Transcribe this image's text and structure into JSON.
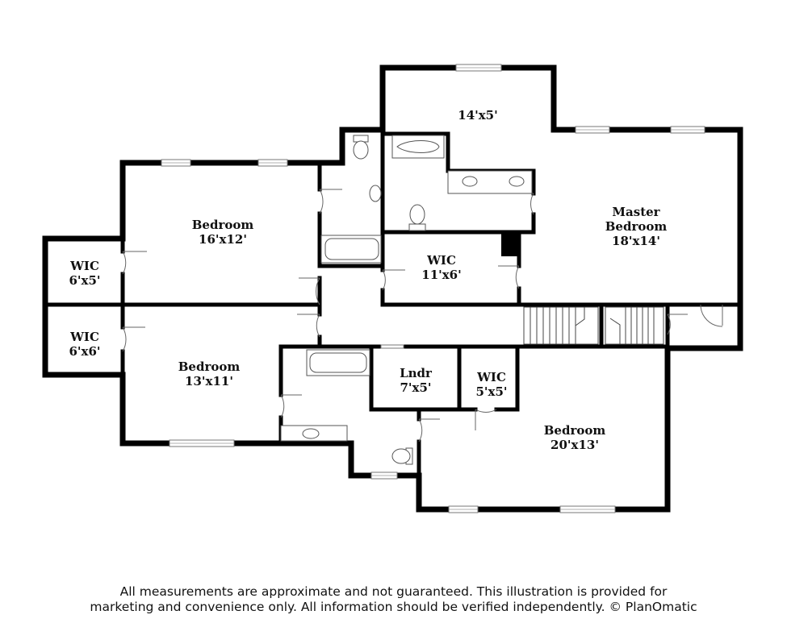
{
  "rooms": [
    {
      "id": "deck",
      "lines": [
        "14'x5'"
      ]
    },
    {
      "id": "master",
      "lines": [
        "Master",
        "Bedroom",
        "18'x14'"
      ]
    },
    {
      "id": "bed1",
      "lines": [
        "Bedroom",
        "16'x12'"
      ]
    },
    {
      "id": "wic1",
      "lines": [
        "WIC",
        "6'x5'"
      ]
    },
    {
      "id": "wic2",
      "lines": [
        "WIC",
        "11'x6'"
      ]
    },
    {
      "id": "wic3",
      "lines": [
        "WIC",
        "6'x6'"
      ]
    },
    {
      "id": "bed2",
      "lines": [
        "Bedroom",
        "13'x11'"
      ]
    },
    {
      "id": "lndr",
      "lines": [
        "Lndr",
        "7'x5'"
      ]
    },
    {
      "id": "wic4",
      "lines": [
        "WIC",
        "5'x5'"
      ]
    },
    {
      "id": "bed3",
      "lines": [
        "Bedroom",
        "20'x13'"
      ]
    }
  ],
  "disclaimer": {
    "line1": "All measurements are approximate and not guaranteed. This illustration is provided for",
    "line2": "marketing and convenience only. All information should be verified independently. © PlanOmatic"
  }
}
